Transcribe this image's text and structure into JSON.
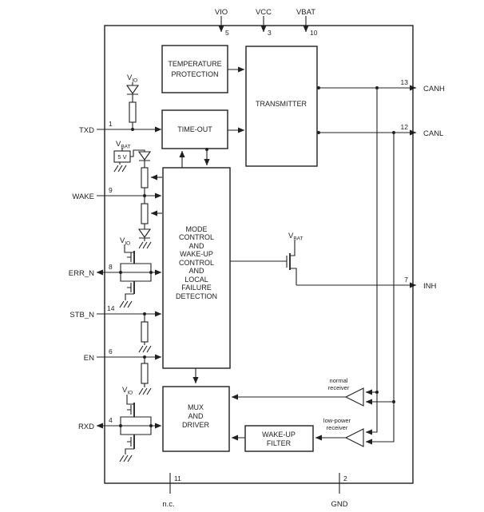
{
  "meta": {
    "description": "CAN transceiver block diagram",
    "colors": {
      "line": "#202020",
      "background": "#ffffff"
    }
  },
  "pins": {
    "top": [
      {
        "label": "VIO",
        "number": "5"
      },
      {
        "label": "VCC",
        "number": "3"
      },
      {
        "label": "VBAT",
        "number": "10"
      }
    ],
    "left": [
      {
        "label": "TXD",
        "number": "1"
      },
      {
        "label": "WAKE",
        "number": "9"
      },
      {
        "label": "ERR_N",
        "number": "8"
      },
      {
        "label": "STB_N",
        "number": "14"
      },
      {
        "label": "EN",
        "number": "6"
      },
      {
        "label": "RXD",
        "number": "4"
      }
    ],
    "right": [
      {
        "label": "CANH",
        "number": "13"
      },
      {
        "label": "CANL",
        "number": "12"
      },
      {
        "label": "INH",
        "number": "7"
      }
    ],
    "bottom": [
      {
        "label": "n.c.",
        "number": "11"
      },
      {
        "label": "GND",
        "number": "2"
      }
    ]
  },
  "blocks": {
    "temperature_protection": {
      "lines": [
        "TEMPERATURE",
        "PROTECTION"
      ]
    },
    "transmitter": {
      "lines": [
        "TRANSMITTER"
      ]
    },
    "time_out": {
      "lines": [
        "TIME-OUT"
      ]
    },
    "mode_control": {
      "lines": [
        "MODE",
        "CONTROL",
        "AND",
        "WAKE-UP",
        "CONTROL",
        "AND",
        "LOCAL",
        "FAILURE",
        "DETECTION"
      ]
    },
    "mux_driver": {
      "lines": [
        "MUX",
        "AND",
        "DRIVER"
      ]
    },
    "wake_up_filter": {
      "lines": [
        "WAKE-UP",
        "FILTER"
      ]
    }
  },
  "labels": {
    "regulator": "5 V",
    "normal_receiver": [
      "normal",
      "receiver"
    ],
    "low_power_receiver": [
      "low-power",
      "receiver"
    ]
  },
  "sym": {
    "v": "V",
    "io": "IO",
    "bat": "BAT"
  }
}
